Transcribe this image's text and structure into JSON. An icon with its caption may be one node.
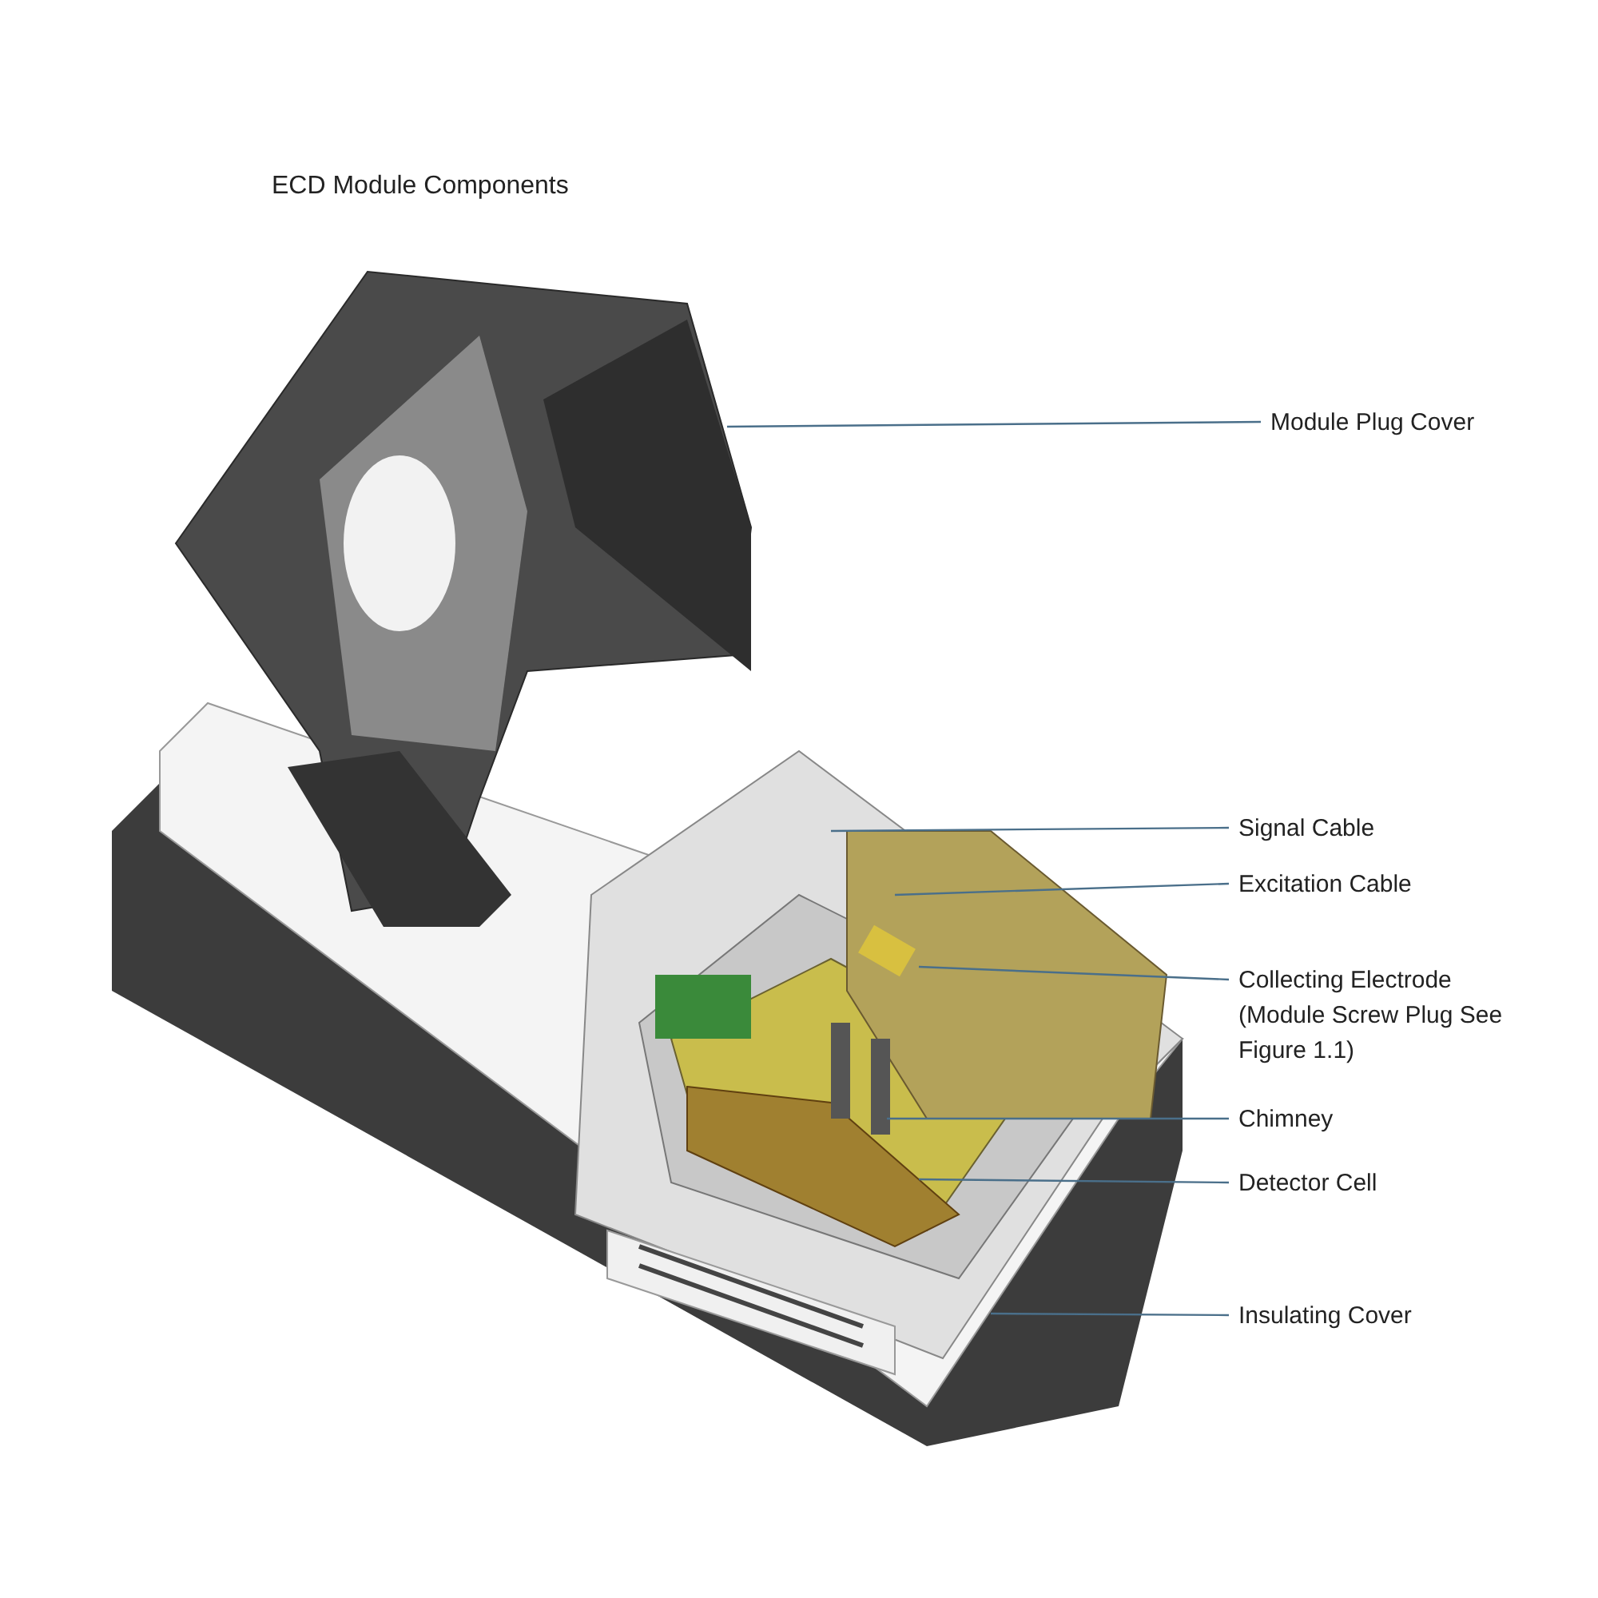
{
  "diagram": {
    "title": "ECD Module Components",
    "nodes": [
      {
        "text": [
          "Module Plug Cover"
        ]
      },
      {
        "text": [
          "Signal Cable"
        ]
      },
      {
        "text": [
          "Excitation Cable"
        ]
      },
      {
        "text": [
          "Collecting Electrode (Module Screw Plug See Figure 1.1)"
        ]
      },
      {
        "text": [
          "Chimney"
        ]
      },
      {
        "text": [
          "Detector Cell"
        ]
      },
      {
        "text": [
          "Insulating Cover"
        ]
      }
    ],
    "edges": [
      {
        "from": 0,
        "to": null,
        "arrow": "none"
      },
      {
        "from": 1,
        "to": null,
        "arrow": "none"
      },
      {
        "from": 2,
        "to": null,
        "arrow": "none"
      },
      {
        "from": 3,
        "to": null,
        "arrow": "none"
      },
      {
        "from": 4,
        "to": null,
        "arrow": "none"
      },
      {
        "from": 5,
        "to": null,
        "arrow": "none"
      },
      {
        "from": 6,
        "to": null,
        "arrow": "none"
      }
    ]
  }
}
